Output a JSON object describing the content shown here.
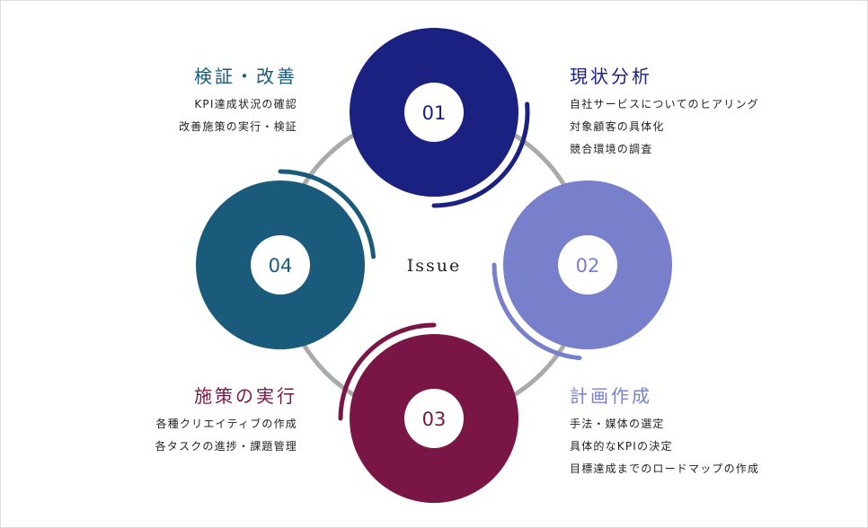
{
  "center_label": "Issue",
  "steps": [
    {
      "num": "01",
      "title": "現状分析",
      "color": "#1b2180",
      "items": [
        "自社サービスについてのヒアリング",
        "対象顧客の具体化",
        "競合環境の調査"
      ]
    },
    {
      "num": "02",
      "title": "計画作成",
      "color": "#7880cc",
      "items": [
        "手法・媒体の選定",
        "具体的なKPIの決定",
        "目標達成までのロードマップの作成"
      ]
    },
    {
      "num": "03",
      "title": "施策の実行",
      "color": "#7a1646",
      "items": [
        "各種クリエイティブの作成",
        "各タスクの進捗・課題管理"
      ]
    },
    {
      "num": "04",
      "title": "検証・改善",
      "color": "#1a5b7c",
      "items": [
        "KPI達成状況の確認",
        "改善施策の実行・検証"
      ]
    }
  ]
}
